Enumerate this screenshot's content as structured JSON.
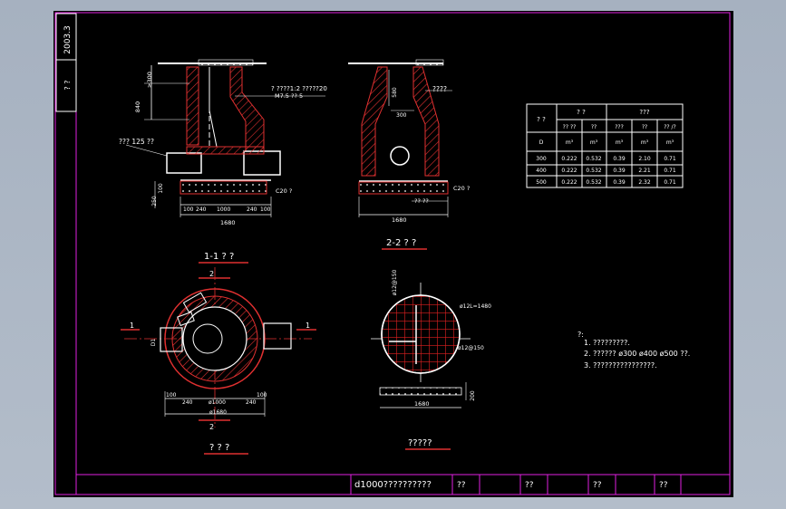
{
  "frame": {
    "side_date": "2003.3",
    "side_mark": "? ?"
  },
  "section_1_1": {
    "title": "1-1 ? ?",
    "left_label": "??? 125 ??",
    "top_note_1": "? ????1:2 ?????20",
    "top_note_2": "M7.5 ?? 5",
    "dim_top": "≥300",
    "dim_mid": "840",
    "dim_base_1": "100",
    "dim_base_2": "250",
    "dim_slab": "C20 ?",
    "dims_bottom": [
      "100",
      "240",
      "1000",
      "240",
      "100"
    ],
    "dim_total": "1680"
  },
  "section_2_2": {
    "title": "2-2 ? ?",
    "right_label": "????",
    "dim_inner": "300",
    "dim_h": "580",
    "dim_slab": "C20 ?",
    "label_bottom": "?? ??",
    "dim_total": "1680"
  },
  "plan": {
    "title": "? ? ?",
    "mark_1": "1",
    "mark_2": "2",
    "dim_side": "D1",
    "dims_bottom": [
      "100",
      "240",
      "ø1000",
      "240",
      "100"
    ],
    "dim_total": "ø1680"
  },
  "rebar": {
    "title": "?????",
    "label_top": "ø12@150",
    "label_right": "ø12L=1480",
    "label_mid": "ø12@150",
    "dim_total": "1680",
    "dim_slab": "200"
  },
  "table": {
    "header_row1": [
      "? ?",
      "? ?",
      "???"
    ],
    "header_row2": [
      "?? ??",
      "??",
      "???",
      "??",
      "?? /?"
    ],
    "units": [
      "D",
      "m³",
      "m³",
      "m³",
      "m³",
      "m³"
    ],
    "rows": [
      [
        "300",
        "0.222",
        "0.532",
        "0.39",
        "2.10",
        "0.71"
      ],
      [
        "400",
        "0.222",
        "0.532",
        "0.39",
        "2.21",
        "0.71"
      ],
      [
        "500",
        "0.222",
        "0.532",
        "0.39",
        "2.32",
        "0.71"
      ]
    ]
  },
  "notes": {
    "head": "?:",
    "lines": [
      "1. ?????????.",
      "2. ??????  ø300 ø400 ø500 ??.",
      "3. ????????????????."
    ]
  },
  "title_block": {
    "drawing_title": "d1000??????????",
    "cells": [
      "??",
      "??",
      "??",
      "??"
    ]
  }
}
